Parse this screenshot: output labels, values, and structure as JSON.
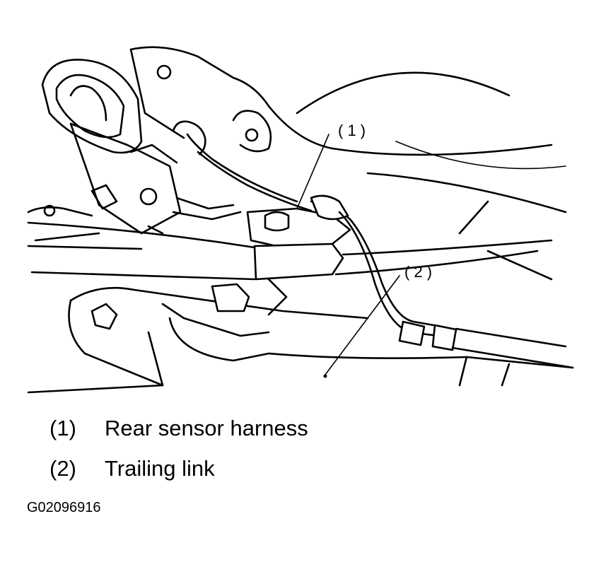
{
  "diagram": {
    "callouts": [
      {
        "id": "1",
        "label": "( 1 )"
      },
      {
        "id": "2",
        "label": "( 2 )"
      }
    ]
  },
  "legend": [
    {
      "number": "(1)",
      "text": "Rear sensor harness"
    },
    {
      "number": "(2)",
      "text": "Trailing link"
    }
  ],
  "figure_code": "G02096916"
}
